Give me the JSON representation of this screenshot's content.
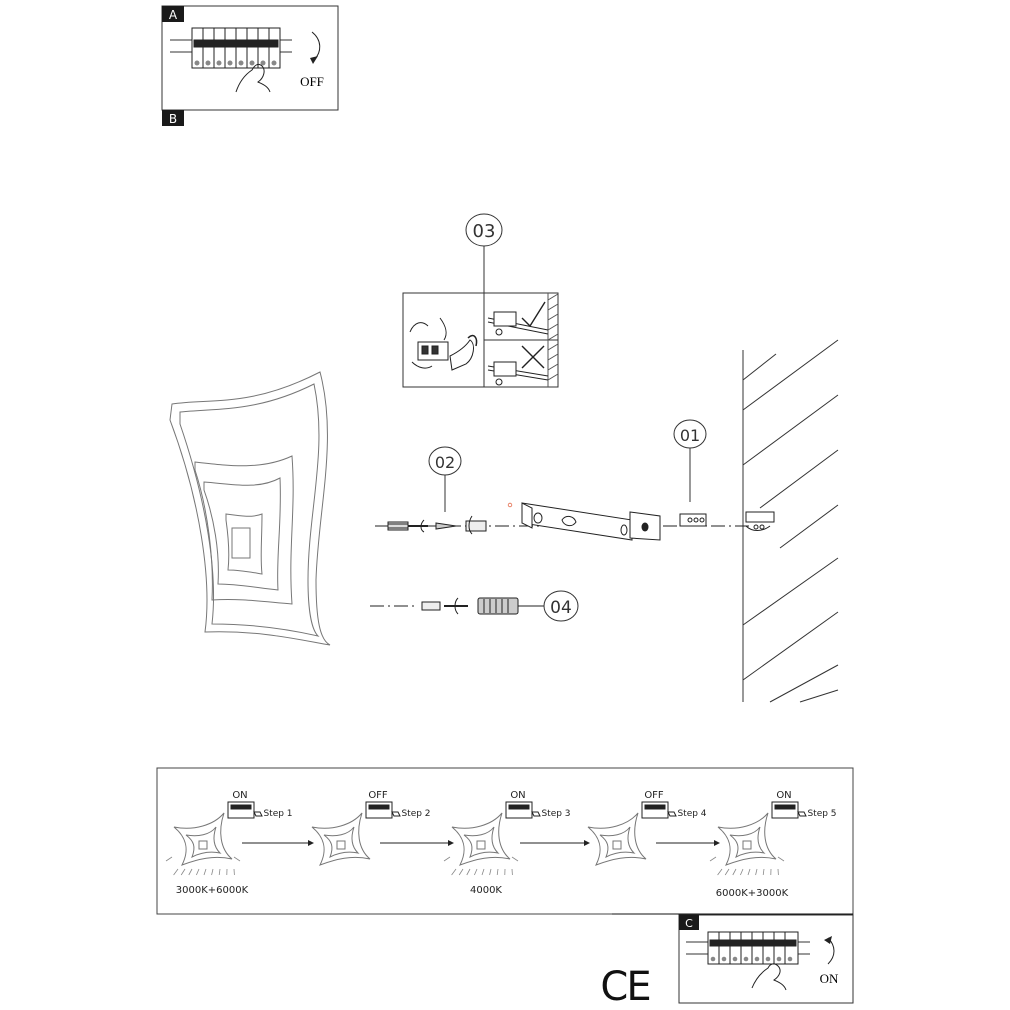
{
  "panels": {
    "a": {
      "tag": "A",
      "state": "OFF"
    },
    "b": {
      "tag": "B"
    },
    "c": {
      "tag": "C",
      "state": "ON"
    }
  },
  "callouts": [
    "01",
    "02",
    "03",
    "04"
  ],
  "sequence": {
    "steps": [
      {
        "switch": "ON",
        "label": "Step 1"
      },
      {
        "switch": "OFF",
        "label": "Step 2"
      },
      {
        "switch": "ON",
        "label": "Step 3"
      },
      {
        "switch": "OFF",
        "label": "Step 4"
      },
      {
        "switch": "ON",
        "label": "Step 5"
      }
    ],
    "color_temps": [
      "3000K+6000K",
      "4000K",
      "6000K+3000K"
    ]
  },
  "mark": "CE",
  "colors": {
    "ink": "#222222",
    "frame": "#555555",
    "tag_fill": "#1a1a1a",
    "accent": "#e46a4a"
  }
}
